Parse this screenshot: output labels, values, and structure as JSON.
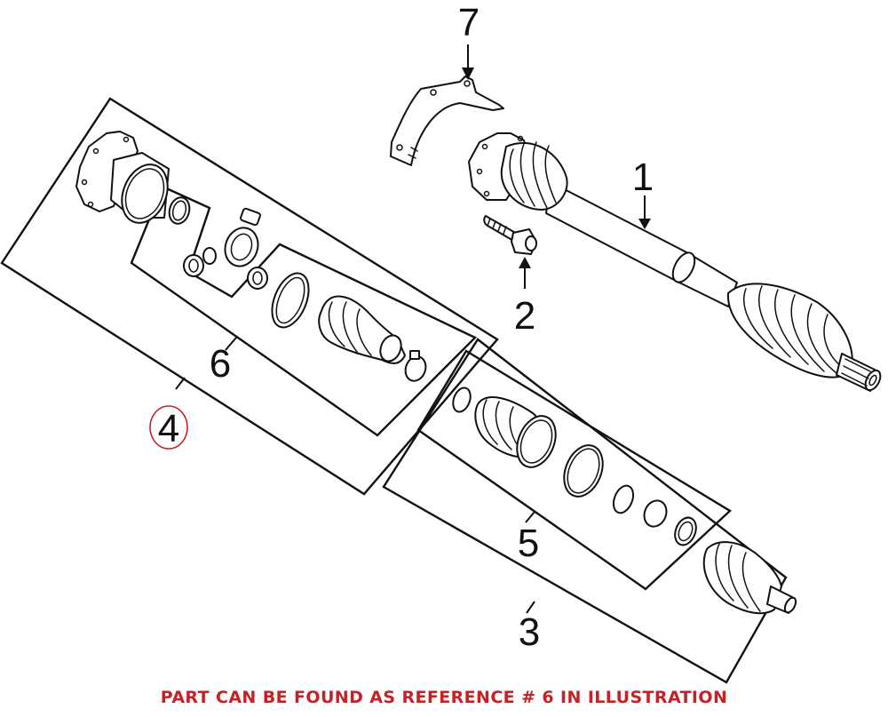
{
  "diagram": {
    "type": "exploded-parts-diagram",
    "subject": "Drive axle / CV shaft assembly",
    "callouts": [
      {
        "ref": "1",
        "label": "1",
        "part": "axle-shaft-assembly"
      },
      {
        "ref": "2",
        "label": "2",
        "part": "bolt"
      },
      {
        "ref": "3",
        "label": "3",
        "part": "outer-cv-joint-kit"
      },
      {
        "ref": "4",
        "label": "4",
        "part": "inner-cv-joint-kit",
        "highlighted": true
      },
      {
        "ref": "5",
        "label": "5",
        "part": "outer-boot-kit"
      },
      {
        "ref": "6",
        "label": "6",
        "part": "inner-boot-kit"
      },
      {
        "ref": "7",
        "label": "7",
        "part": "heat-shield"
      }
    ],
    "highlight_color": "#c62127"
  },
  "note": {
    "text": "PART CAN BE FOUND AS REFERENCE # 6 IN ILLUSTRATION",
    "color": "#c62127"
  }
}
